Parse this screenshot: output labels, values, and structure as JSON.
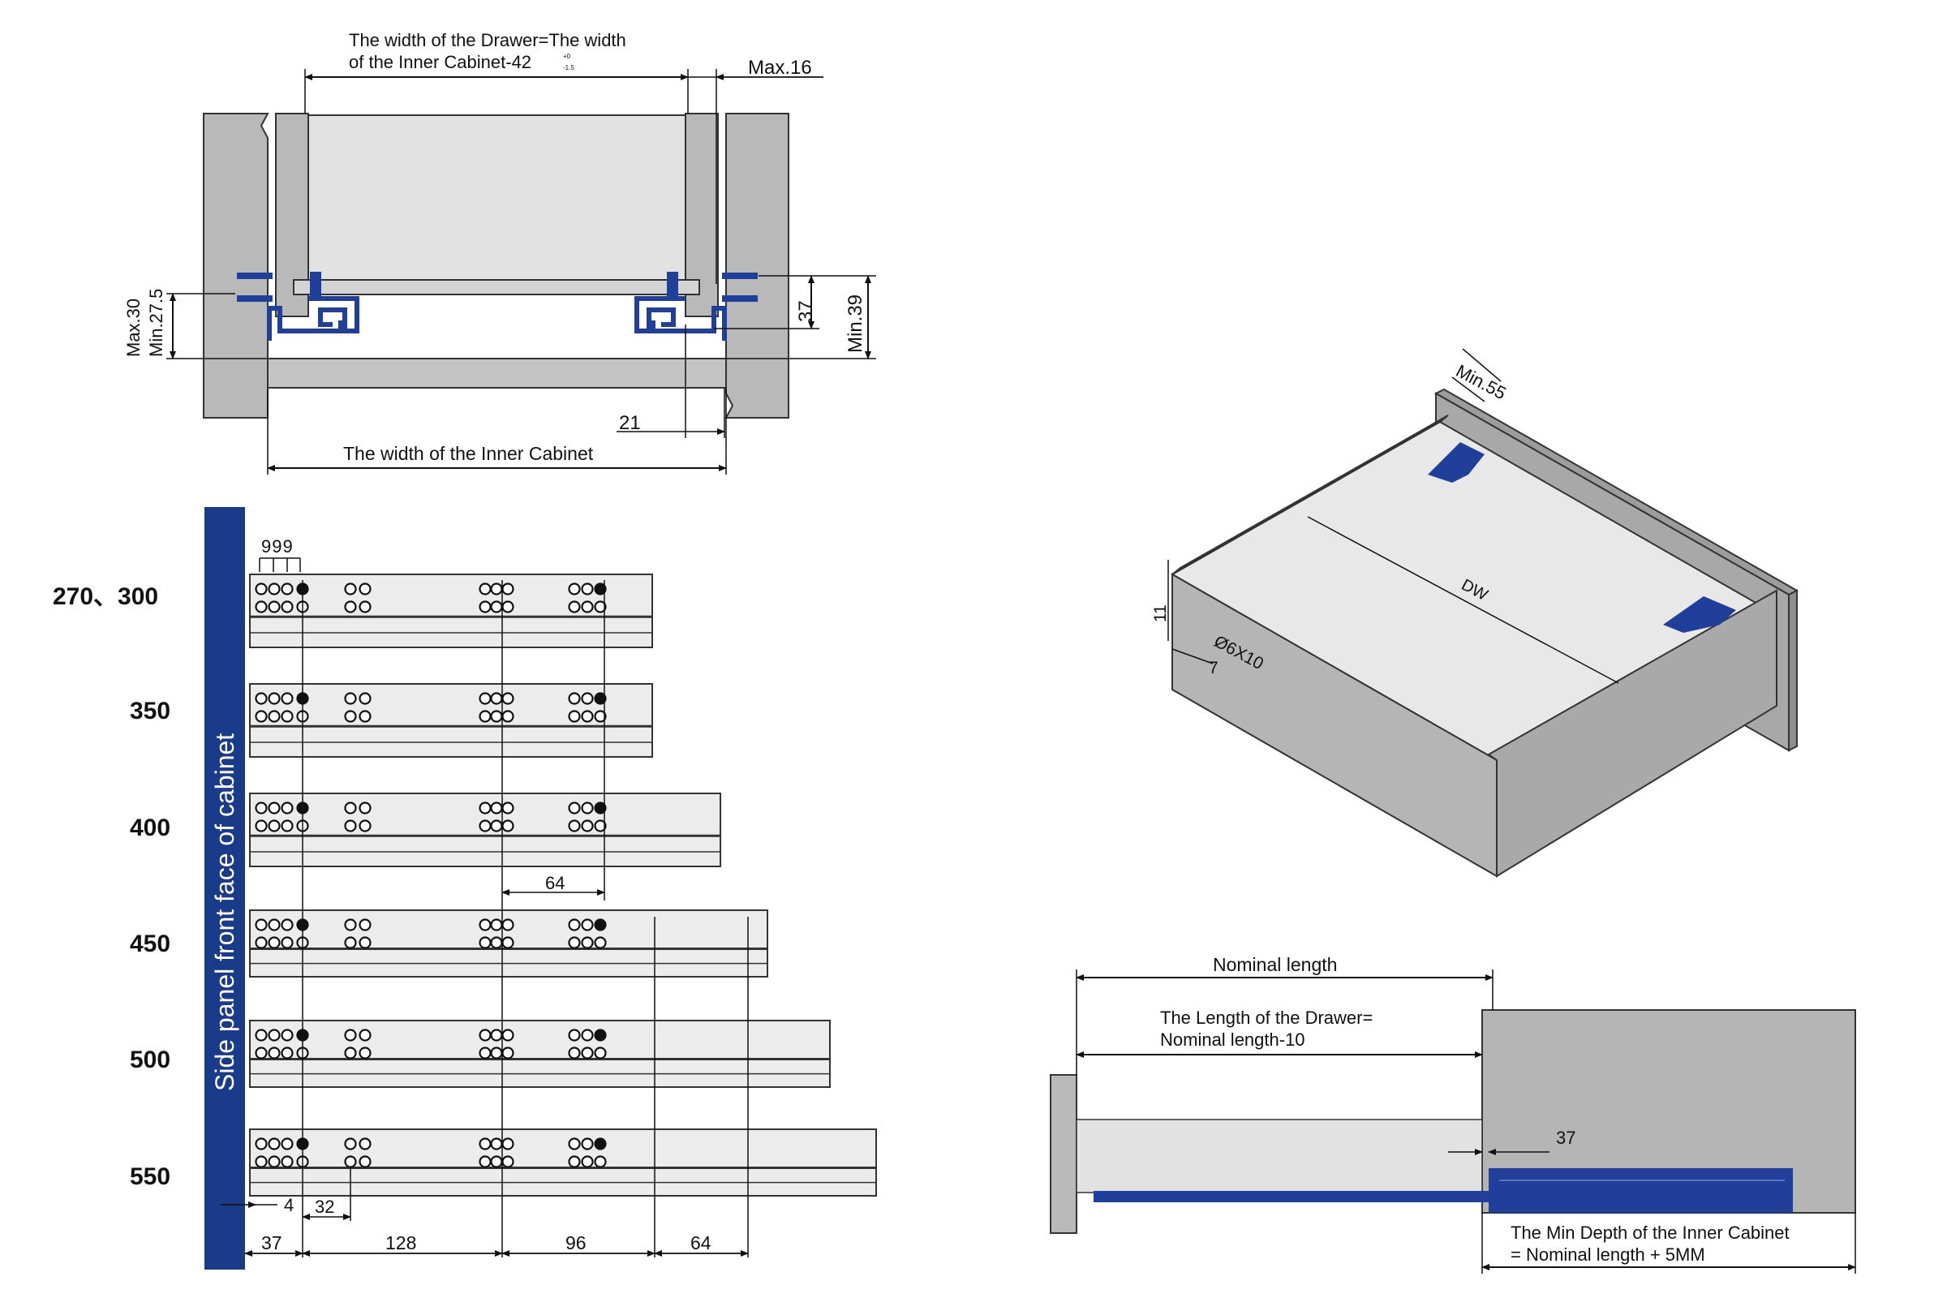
{
  "front_view": {
    "drawer_width_formula_line1": "The width of the Drawer=The width",
    "drawer_width_formula_line2": "of the Inner Cabinet-42",
    "tolerance_top": "+0",
    "tolerance_bottom": "-1.5",
    "max16": "Max.16",
    "max30": "Max.30",
    "min275": "Min.27.5",
    "dim37": "37",
    "min39": "Min.39",
    "dim21": "21",
    "inner_cabinet_width": "The width of the Inner Cabinet"
  },
  "side_panel": {
    "label": "Side panel front face of cabinet",
    "spacing_label": "999",
    "lengths": [
      "270、300",
      "350",
      "400",
      "450",
      "500",
      "550"
    ],
    "dim64_mid": "64",
    "dim4": "4",
    "dim32": "32",
    "bottom_dims": [
      "37",
      "128",
      "96",
      "64"
    ]
  },
  "iso_view": {
    "min55": "Min.55",
    "dw": "DW",
    "dim11": "11",
    "hole": "Ø6X10",
    "dim7": "7"
  },
  "side_view": {
    "nominal_length": "Nominal length",
    "drawer_length_line1": "The Length of the Drawer=",
    "drawer_length_line2": "Nominal length-10",
    "dim37": "37",
    "min_depth_line1": "The Min Depth of the Inner Cabinet",
    "min_depth_line2": "= Nominal length + 5MM"
  },
  "colors": {
    "panel_gray": "#b9b9b9",
    "light_gray": "#dedede",
    "navy": "#1a3a8a",
    "rail_blue": "#1f3f9a"
  }
}
